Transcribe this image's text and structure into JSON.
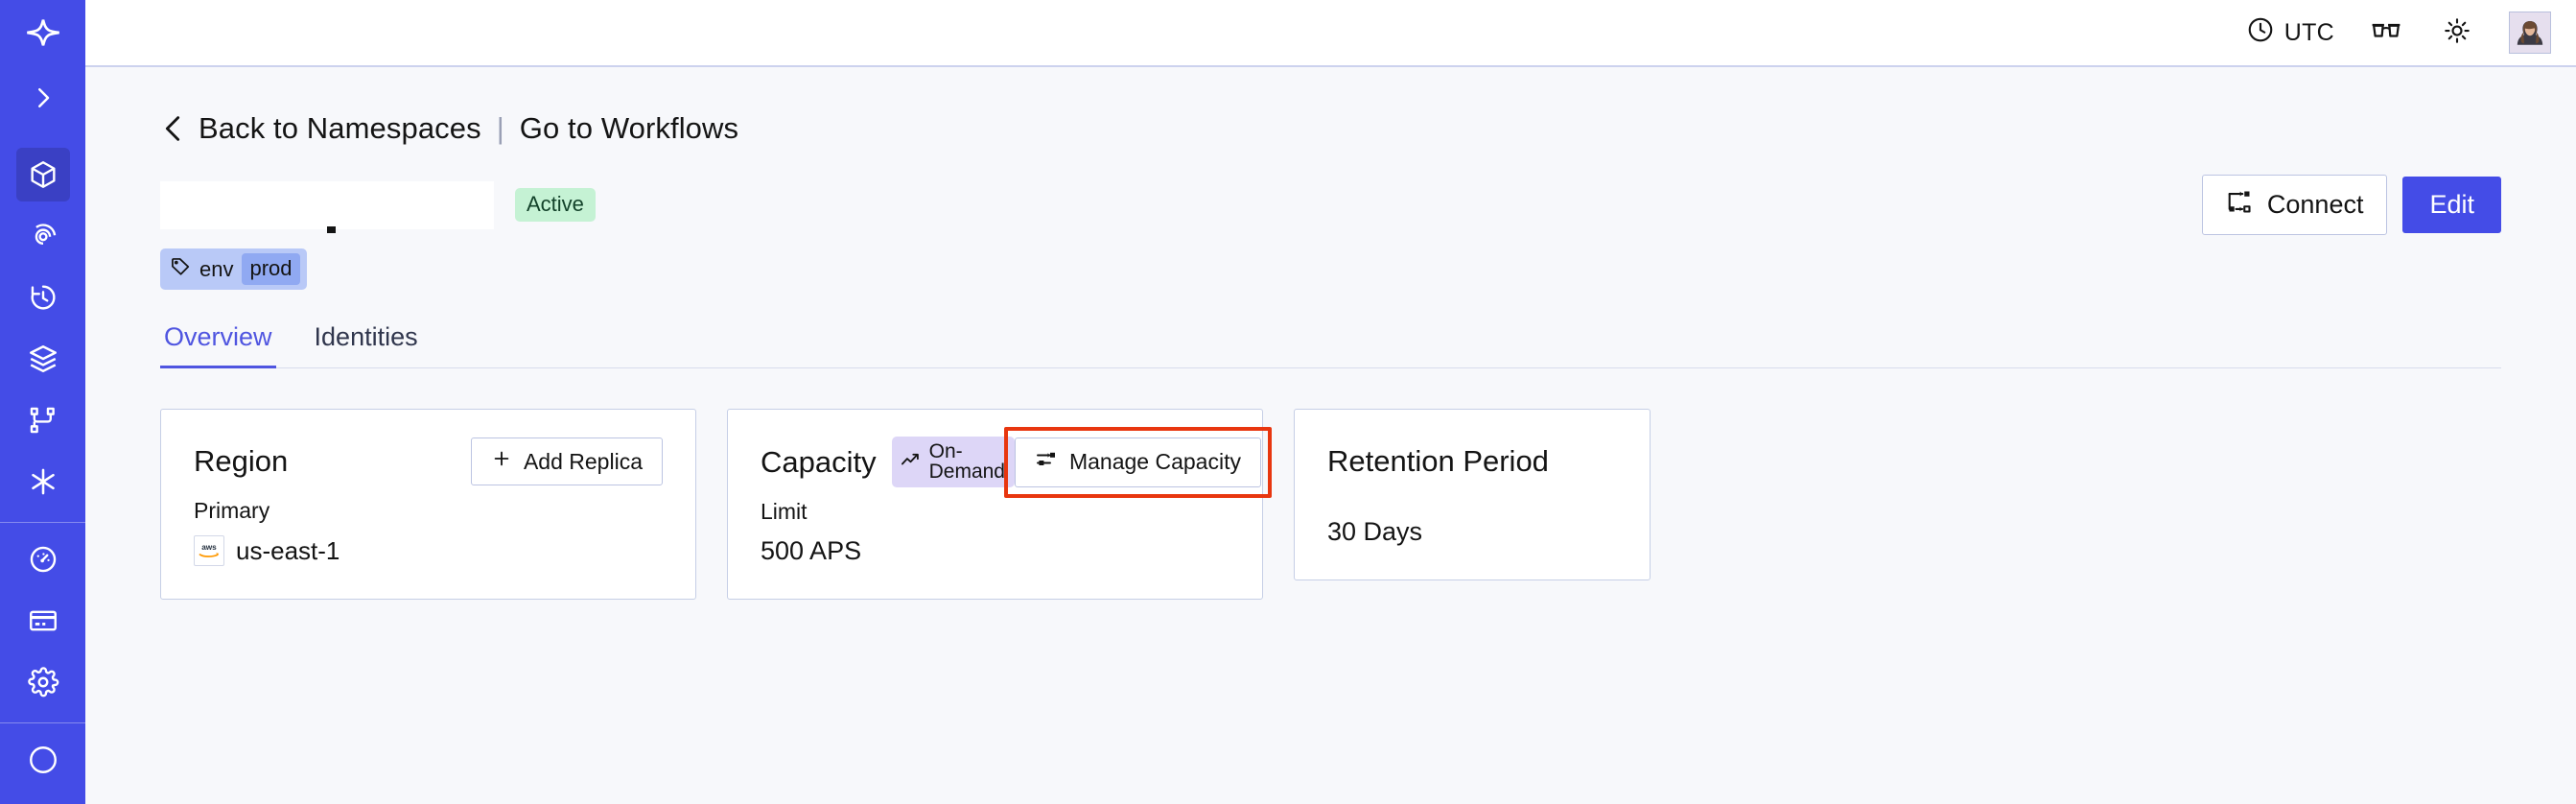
{
  "sidebar": {
    "logo_icon": "temporal-star-logo",
    "expand_icon": "chevron-right-icon",
    "items": [
      {
        "name": "namespaces",
        "icon": "cube-icon",
        "active": true
      },
      {
        "name": "schedules-target",
        "icon": "spiral-target-icon",
        "active": false
      },
      {
        "name": "history",
        "icon": "clock-rewind-icon",
        "active": false
      },
      {
        "name": "batch-operations",
        "icon": "layers-icon",
        "active": false
      },
      {
        "name": "workflows",
        "icon": "git-branch-icon",
        "active": false
      },
      {
        "name": "nexus",
        "icon": "asterisk-icon",
        "active": false
      }
    ],
    "items_secondary": [
      {
        "name": "usage",
        "icon": "gauge-icon",
        "active": false
      },
      {
        "name": "billing",
        "icon": "credit-card-icon",
        "active": false
      },
      {
        "name": "settings",
        "icon": "gear-icon",
        "active": false
      }
    ]
  },
  "topbar": {
    "timezone_label": "UTC",
    "clock_icon": "clock-icon",
    "docs_icon": "glasses-icon",
    "theme_icon": "sun-icon",
    "avatar_icon": "user-avatar"
  },
  "breadcrumb": {
    "back_icon": "chevron-left-icon",
    "back_label": "Back to Namespaces",
    "separator": "|",
    "workflows_label": "Go to Workflows"
  },
  "header": {
    "namespace_name": "",
    "status_badge": "Active",
    "connect_label": "Connect",
    "connect_icon": "connect-nodes-icon",
    "edit_label": "Edit"
  },
  "tag": {
    "icon": "tag-icon",
    "key": "env",
    "value": "prod"
  },
  "tabs": [
    {
      "label": "Overview",
      "active": true
    },
    {
      "label": "Identities",
      "active": false
    }
  ],
  "cards": {
    "region": {
      "title": "Region",
      "action_label": "Add Replica",
      "action_icon": "plus-icon",
      "label": "Primary",
      "provider_icon": "aws-logo",
      "value": "us-east-1"
    },
    "capacity": {
      "title": "Capacity",
      "badge_label": "On-Demand",
      "badge_icon": "trending-up-icon",
      "action_label": "Manage Capacity",
      "action_icon": "sliders-icon",
      "action_highlighted": true,
      "label": "Limit",
      "value": "500 APS"
    },
    "retention": {
      "title": "Retention Period",
      "value": "30 Days"
    }
  },
  "colors": {
    "brand": "#444ce7",
    "sidebar_active": "#3a40c4",
    "page_bg": "#f7f8fb",
    "card_border": "#c6cfe6",
    "status_active_bg": "#c5f2d4",
    "badge_ondemand_bg": "#ddd6f7",
    "tag_bg": "#b9c9f7",
    "tag_value_bg": "#90a9f2",
    "highlight_red": "#e8360f",
    "tab_active": "#4f55e0"
  }
}
